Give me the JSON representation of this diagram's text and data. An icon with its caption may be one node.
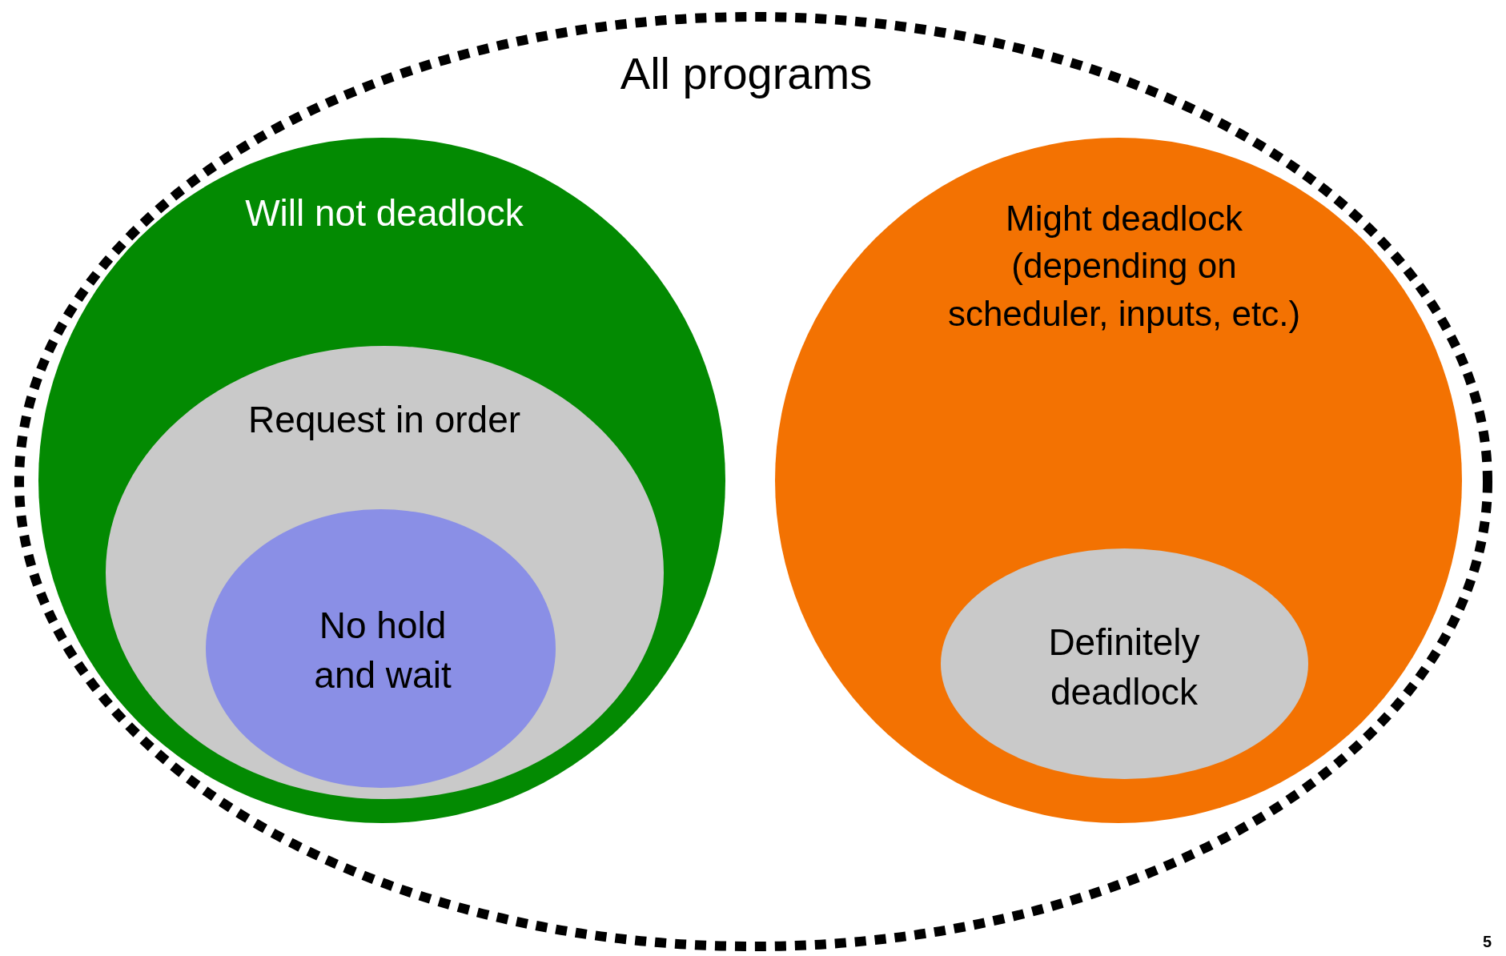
{
  "diagram": {
    "nodes": [
      {
        "text": [
          "All programs"
        ]
      },
      {
        "text": [
          "Will not deadlock"
        ],
        "in": 0
      },
      {
        "text": [
          "Request in order"
        ],
        "in": 1
      },
      {
        "text": [
          "No hold and wait"
        ],
        "in": 2
      },
      {
        "text": [
          "Might deadlock (depending on scheduler, inputs, etc.)"
        ],
        "in": 0
      },
      {
        "text": [
          "Definitely deadlock"
        ],
        "in": 4
      }
    ],
    "labels": [
      "5"
    ]
  }
}
